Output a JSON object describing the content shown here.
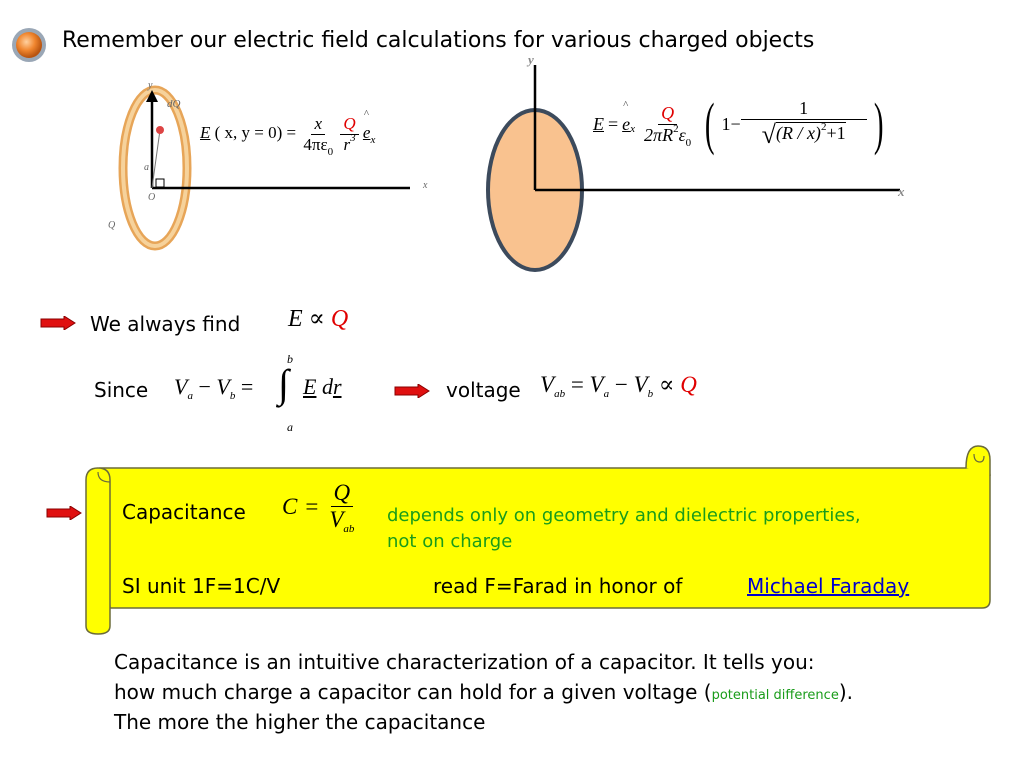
{
  "title": "Remember our electric field calculations for various charged objects",
  "ring": {
    "labels": {
      "y": "y",
      "dq": "dQ",
      "a": "a",
      "o": "O",
      "q": "Q",
      "x": "x"
    },
    "formula": {
      "lhs": "E",
      "args": "( x, y = 0) =",
      "num": "x",
      "den_pre": "4πε",
      "den_sub": "0",
      "charge": "Q",
      "r": "r",
      "r_exp": "3",
      "unit": "e",
      "unit_sub": "x"
    }
  },
  "disk": {
    "labels": {
      "y": "y",
      "x": "x"
    },
    "formula": {
      "lhs": "E",
      "eq": "=",
      "unit": "e",
      "unit_sub": "x",
      "charge": "Q",
      "den": "2πR",
      "den_exp": "2",
      "eps": "ε",
      "eps_sub": "0",
      "one": "1",
      "minus": "1−",
      "sqrt_body": "(R / x)",
      "sqrt_exp": "2",
      "plus_one": "+1"
    }
  },
  "always": {
    "label": "We always find",
    "e": "E",
    "prop": "∝",
    "q": "Q"
  },
  "since": {
    "label": "Since",
    "va": "V",
    "va_sub": "a",
    "minus": "−",
    "vb": "V",
    "vb_sub": "b",
    "eq": "=",
    "int_upper": "b",
    "int_lower": "a",
    "integral": "∫",
    "e": "E",
    "d": "d",
    "r": "r"
  },
  "voltage": {
    "label": "voltage",
    "v": "V",
    "v_sub": "ab",
    "eq": "=",
    "va": "V",
    "va_sub": "a",
    "minus": "−",
    "vb": "V",
    "vb_sub": "b",
    "prop": "∝",
    "q": "Q"
  },
  "scroll": {
    "capacitance_label": "Capacitance",
    "c": "C",
    "eq": "=",
    "q": "Q",
    "v": "V",
    "v_sub": "ab",
    "depends_line1": "depends only on geometry and dielectric properties,",
    "depends_line2": "not on charge",
    "si_unit": "SI unit 1F=1C/V",
    "farad_text": "read F=Farad in honor of",
    "faraday_link": "Michael Faraday",
    "fill_color": "#ffff00"
  },
  "footer": {
    "line1": "Capacitance is an intuitive characterization of a capacitor. It tells you:",
    "line2_pre": "how much charge a capacitor can hold for a given voltage (",
    "line2_small": "potential difference",
    "line2_post": ").",
    "line3": "The more the higher the capacitance"
  },
  "colors": {
    "accent_red": "#e00000",
    "green_text": "#1a9c1a",
    "link_blue": "#0000cc",
    "disk_fill": "#f9c28f",
    "ring_color": "#f2b56b"
  },
  "icons": [
    "bullet-orb-icon",
    "red-arrow-icon"
  ]
}
